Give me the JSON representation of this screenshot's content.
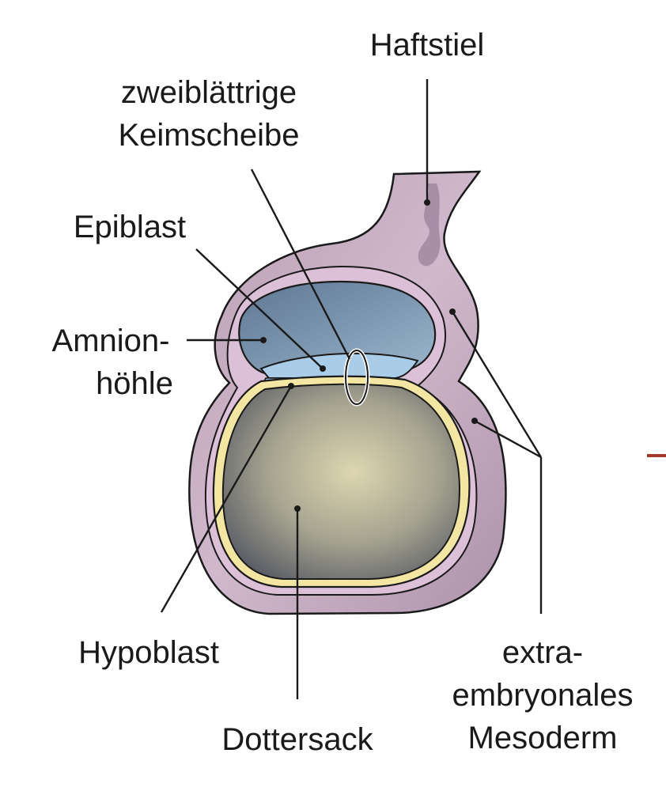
{
  "labels": {
    "haftstiel": "Haftstiel",
    "keimscheibe_1": "zweiblättrige",
    "keimscheibe_2": "Keimscheibe",
    "epiblast": "Epiblast",
    "amnion_1": "Amnion-",
    "amnion_2": "höhle",
    "hypoblast": "Hypoblast",
    "dottersack": "Dottersack",
    "mesoderm_1": "extra-",
    "mesoderm_2": "embryonales",
    "mesoderm_3": "Mesoderm"
  },
  "colors": {
    "mesoderm_fill": "#cdb3c8",
    "mesoderm_dark": "#a98fa6",
    "membrane_pink": "#dcc0d8",
    "amnion_cavity": "#6f86a0",
    "epiblast": "#a9cde8",
    "hypoblast": "#f3e6a3",
    "yolk_center": "#ddd6b0",
    "yolk_edge": "#5f6068",
    "outline": "#1a1a1a",
    "accent_mark": "#a0392c"
  }
}
